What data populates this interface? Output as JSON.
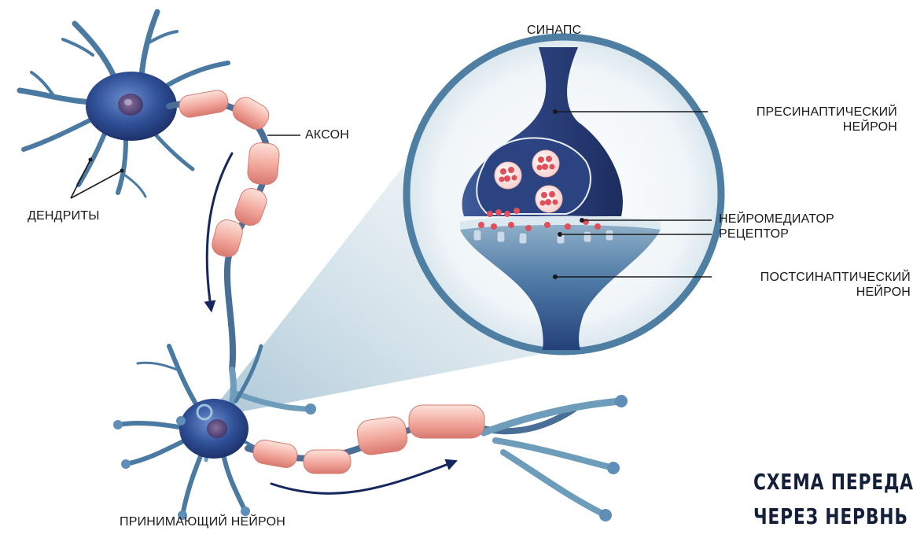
{
  "labels": {
    "synapse": "СИНАПС",
    "axon": "АКСОН",
    "dendrites": "ДЕНДРИТЫ",
    "presynaptic_line1": "ПРЕСИНАПТИЧЕСКИЙ",
    "presynaptic_line2": "НЕЙРОН",
    "neurotransmitter": "НЕЙРОМЕДИАТОР",
    "receptor": "РЕЦЕПТОР",
    "postsynaptic_line1": "ПОСТСИНАПТИЧЕСКИЙ",
    "postsynaptic_line2": "НЕЙРОН",
    "receiving_neuron": "ПРИНИМАЮЩИЙ НЕЙРОН"
  },
  "title": {
    "line1": "СХЕМА ПЕРЕДА",
    "line2": "ЧЕРЕЗ НЕРВНЬ"
  },
  "colors": {
    "neuron_blue": "#3f6f98",
    "neuron_dark": "#1e3566",
    "myelin": "#f2a79c",
    "vesicle": "#e0505a",
    "arrow": "#16275e"
  }
}
